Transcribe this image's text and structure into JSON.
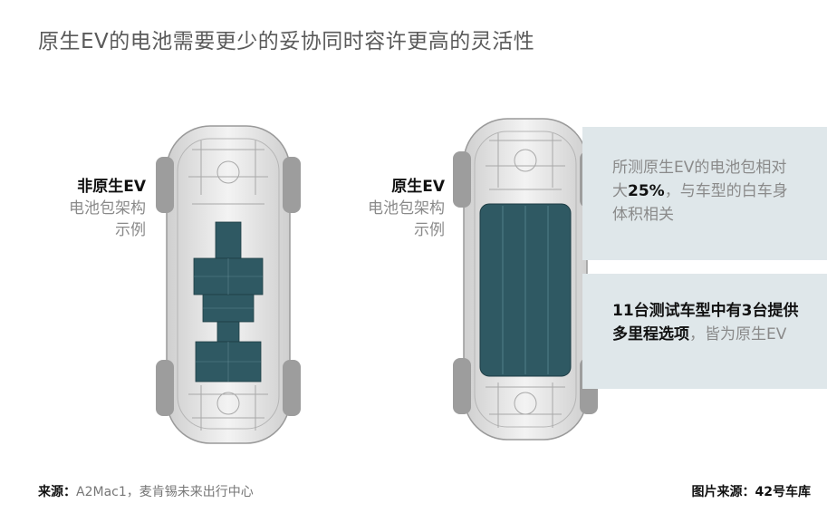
{
  "title": "原生EV的电池需要更少的妥协同时容许更高的灵活性",
  "left_label": {
    "head": "非原生EV",
    "line1": "电池包架构",
    "line2": "示例"
  },
  "right_label": {
    "head": "原生EV",
    "line1": "电池包架构",
    "line2": "示例"
  },
  "panel_top": {
    "pre": "所测原生EV的电池包相对大",
    "bold": "25%",
    "post": "，与车型的白车身体积相关"
  },
  "panel_bottom": {
    "bold": "11台测试车型中有3台提供多里程选项",
    "post": "，皆为原生EV"
  },
  "footer": {
    "source_key": "来源：",
    "source_value": "A2Mac1，麦肯锡未来出行中心",
    "credit": "图片来源：42号车库"
  },
  "colors": {
    "battery": "#2f5963",
    "panel": "#dfe7ea",
    "car_body": "#e9e9e9"
  }
}
